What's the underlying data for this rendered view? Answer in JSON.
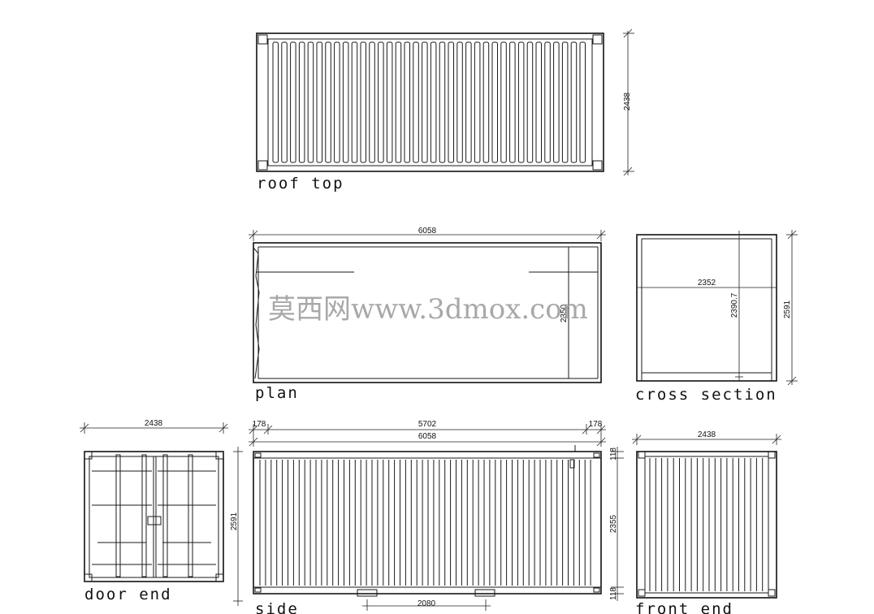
{
  "labels": {
    "roof_top": "roof top",
    "plan": "plan",
    "cross_section": "cross section",
    "door_end": "door end",
    "side": "side",
    "front_end": "front end"
  },
  "dimensions": {
    "roof_height": "2438",
    "plan_length": "6058",
    "plan_inner_width": "2350",
    "cross_width": "2352",
    "cross_inner_height": "2390.7",
    "cross_height": "2591",
    "door_width": "2438",
    "door_height": "2591",
    "side_left_offset": "178",
    "side_inner_length": "5702",
    "side_right_offset": "178",
    "side_length": "6058",
    "side_top_rail": "118",
    "side_inner_height": "2355",
    "side_bottom_rail": "118",
    "side_forklift": "2080",
    "front_width": "2438"
  },
  "watermark": "莫西网www.3dmox.com"
}
